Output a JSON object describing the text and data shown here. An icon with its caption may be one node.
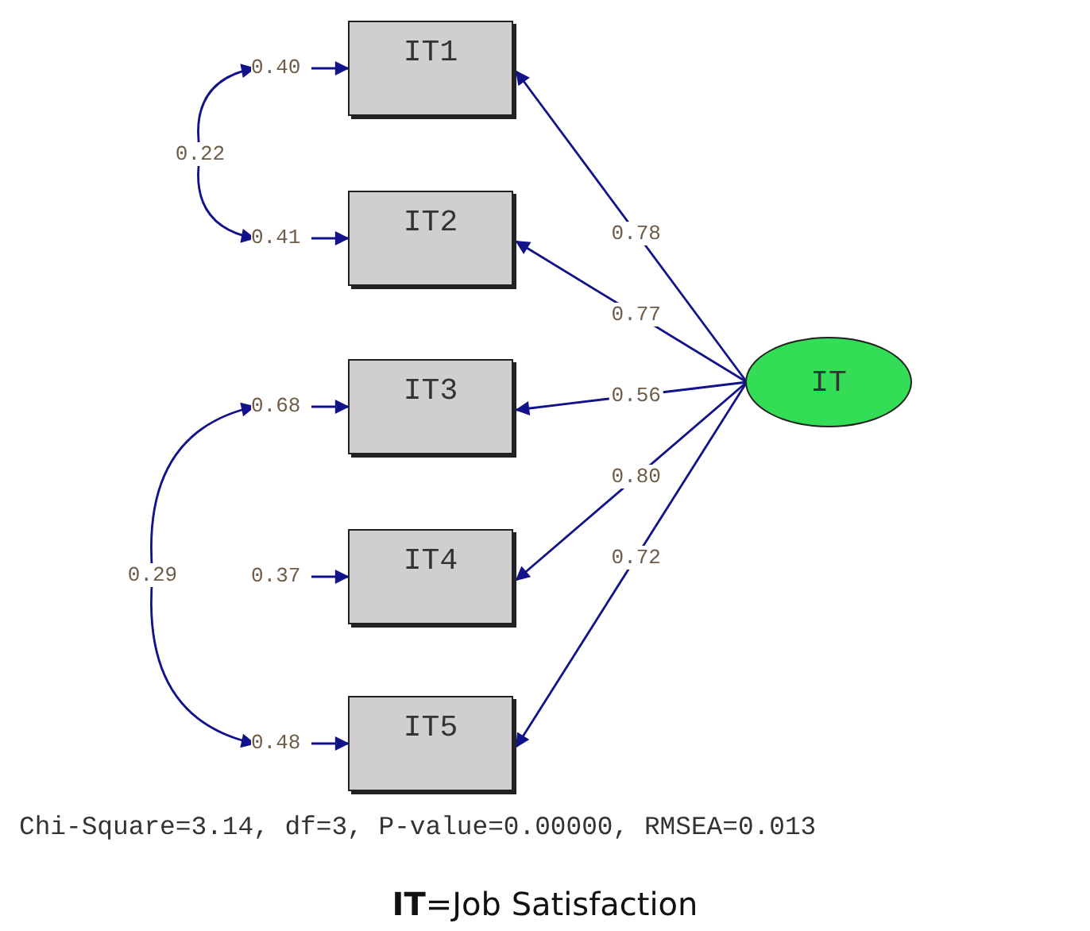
{
  "diagram": {
    "caption": "**IT**=Job Satisfaction",
    "nodes": [
      {
        "text": [
          "IT1"
        ]
      },
      {
        "text": [
          "IT2"
        ]
      },
      {
        "text": [
          "IT3"
        ]
      },
      {
        "text": [
          "IT4"
        ]
      },
      {
        "text": [
          "IT5"
        ]
      },
      {
        "text": [
          "IT"
        ]
      },
      {
        "text": [
          "0.40"
        ]
      },
      {
        "text": [
          "0.41"
        ]
      },
      {
        "text": [
          "0.68"
        ]
      },
      {
        "text": [
          "0.37"
        ]
      },
      {
        "text": [
          "0.48"
        ]
      }
    ],
    "edges": [
      {
        "from": 5,
        "to": 0,
        "arrow": "to",
        "label": "0.78"
      },
      {
        "from": 5,
        "to": 1,
        "arrow": "to",
        "label": "0.77"
      },
      {
        "from": 5,
        "to": 2,
        "arrow": "to",
        "label": "0.56"
      },
      {
        "from": 5,
        "to": 3,
        "arrow": "to",
        "label": "0.80"
      },
      {
        "from": 5,
        "to": 4,
        "arrow": "to",
        "label": "0.72"
      },
      {
        "from": 6,
        "to": 0,
        "arrow": "to"
      },
      {
        "from": 7,
        "to": 1,
        "arrow": "to"
      },
      {
        "from": 8,
        "to": 2,
        "arrow": "to"
      },
      {
        "from": 9,
        "to": 3,
        "arrow": "to"
      },
      {
        "from": 10,
        "to": 4,
        "arrow": "to"
      },
      {
        "from": 6,
        "to": 7,
        "arrow": "both",
        "label": "0.22"
      },
      {
        "from": 8,
        "to": 10,
        "arrow": "both",
        "label": "0.29"
      }
    ],
    "labels": [
      "Chi-Square=3.14, df=3, P-value=0.00000, RMSEA=0.013"
    ]
  }
}
